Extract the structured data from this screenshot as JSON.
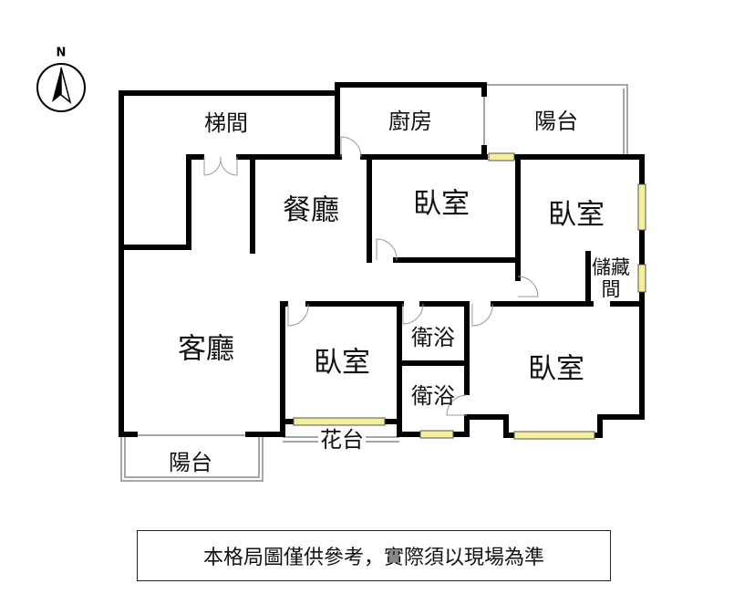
{
  "compass": {
    "label": "N"
  },
  "rooms": {
    "stairwell": "梯間",
    "kitchen": "廚房",
    "balcony_top": "陽台",
    "dining": "餐廳",
    "bedroom_center": "臥室",
    "bedroom_right": "臥室",
    "storage": "儲藏間",
    "living": "客廳",
    "bedroom_small": "臥室",
    "bath_upper": "衛浴",
    "bath_lower": "衛浴",
    "bedroom_master": "臥室",
    "planter": "花台",
    "balcony_bottom": "陽台"
  },
  "disclaimer": "本格局圖僅供參考，實際須以現場為準",
  "colors": {
    "wall": "#000000",
    "window": "#f3ef9a",
    "thin": "#888888"
  }
}
